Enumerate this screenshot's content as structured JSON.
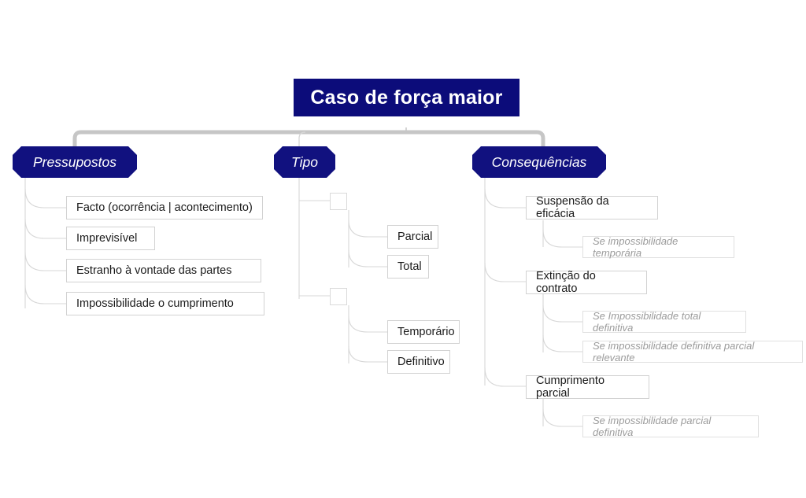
{
  "diagram": {
    "title": "Caso de força maior",
    "type": "tree-map",
    "colors": {
      "root_fill": "#0c0c7a",
      "category_fill": "#11117f",
      "root_text": "#ffffff",
      "leaf_border": "#d2d2d2",
      "leaf_text": "#1a1a1a",
      "note_text": "#9b9b9b",
      "note_border": "#e0e0e0",
      "trunk_connector": "#c9c9c9",
      "branch_connector": "#d7d7d7"
    },
    "root": {
      "label": "Caso de força maior"
    },
    "branches": [
      {
        "id": "pressupostos",
        "label": "Pressupostos",
        "children": [
          {
            "label": "Facto (ocorrência | acontecimento)"
          },
          {
            "label": "Imprevisível"
          },
          {
            "label": "Estranho à vontade das partes"
          },
          {
            "label": "Impossibilidade o cumprimento"
          }
        ]
      },
      {
        "id": "tipo",
        "label": "Tipo",
        "groups": [
          {
            "stub_label": "",
            "children": [
              {
                "label": "Parcial"
              },
              {
                "label": "Total"
              }
            ]
          },
          {
            "stub_label": "",
            "children": [
              {
                "label": "Temporário"
              },
              {
                "label": "Definitivo"
              }
            ]
          }
        ]
      },
      {
        "id": "consequencias",
        "label": "Consequências",
        "children": [
          {
            "label": "Suspensão da eficácia",
            "notes": [
              {
                "label": "Se impossibilidade temporária"
              }
            ]
          },
          {
            "label": "Extinção do contrato",
            "notes": [
              {
                "label": "Se Impossibilidade total definitiva"
              },
              {
                "label": "Se impossibilidade definitiva parcial relevante"
              }
            ]
          },
          {
            "label": "Cumprimento parcial",
            "notes": [
              {
                "label": "Se impossibilidade parcial definitiva"
              }
            ]
          }
        ]
      }
    ]
  }
}
